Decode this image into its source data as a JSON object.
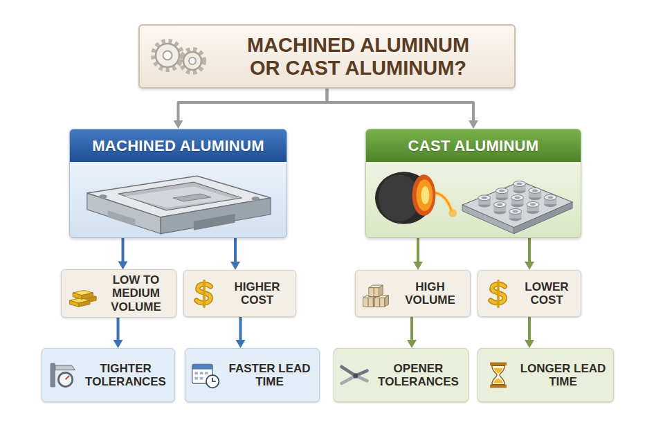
{
  "diagram": {
    "nodes": [
      {
        "text": [
          "MACHINED ALUMINUM OR CAST ALUMINUM?"
        ]
      },
      {
        "text": [
          "MACHINED ALUMINUM"
        ]
      },
      {
        "text": [
          "CAST ALUMINUM"
        ]
      },
      {
        "text": [
          "LOW TO MEDIUM VOLUME"
        ]
      },
      {
        "text": [
          "HIGHER COST"
        ]
      },
      {
        "text": [
          "HIGH VOLUME"
        ]
      },
      {
        "text": [
          "LOWER COST"
        ]
      },
      {
        "text": [
          "TIGHTER TOLERANCES"
        ]
      },
      {
        "text": [
          "FASTER LEAD TIME"
        ]
      },
      {
        "text": [
          "OPENER TOLERANCES"
        ]
      },
      {
        "text": [
          "LONGER LEAD TIME"
        ]
      }
    ],
    "edges": [
      {
        "from": 0,
        "to": 1,
        "arrow": "to"
      },
      {
        "from": 0,
        "to": 2,
        "arrow": "to"
      },
      {
        "from": 1,
        "to": 3,
        "arrow": "to"
      },
      {
        "from": 1,
        "to": 4,
        "arrow": "to"
      },
      {
        "from": 2,
        "to": 5,
        "arrow": "to"
      },
      {
        "from": 2,
        "to": 6,
        "arrow": "to"
      },
      {
        "from": 3,
        "to": 7,
        "arrow": "to"
      },
      {
        "from": 4,
        "to": 8,
        "arrow": "to"
      },
      {
        "from": 5,
        "to": 9,
        "arrow": "to"
      },
      {
        "from": 6,
        "to": 10,
        "arrow": "to"
      }
    ]
  }
}
